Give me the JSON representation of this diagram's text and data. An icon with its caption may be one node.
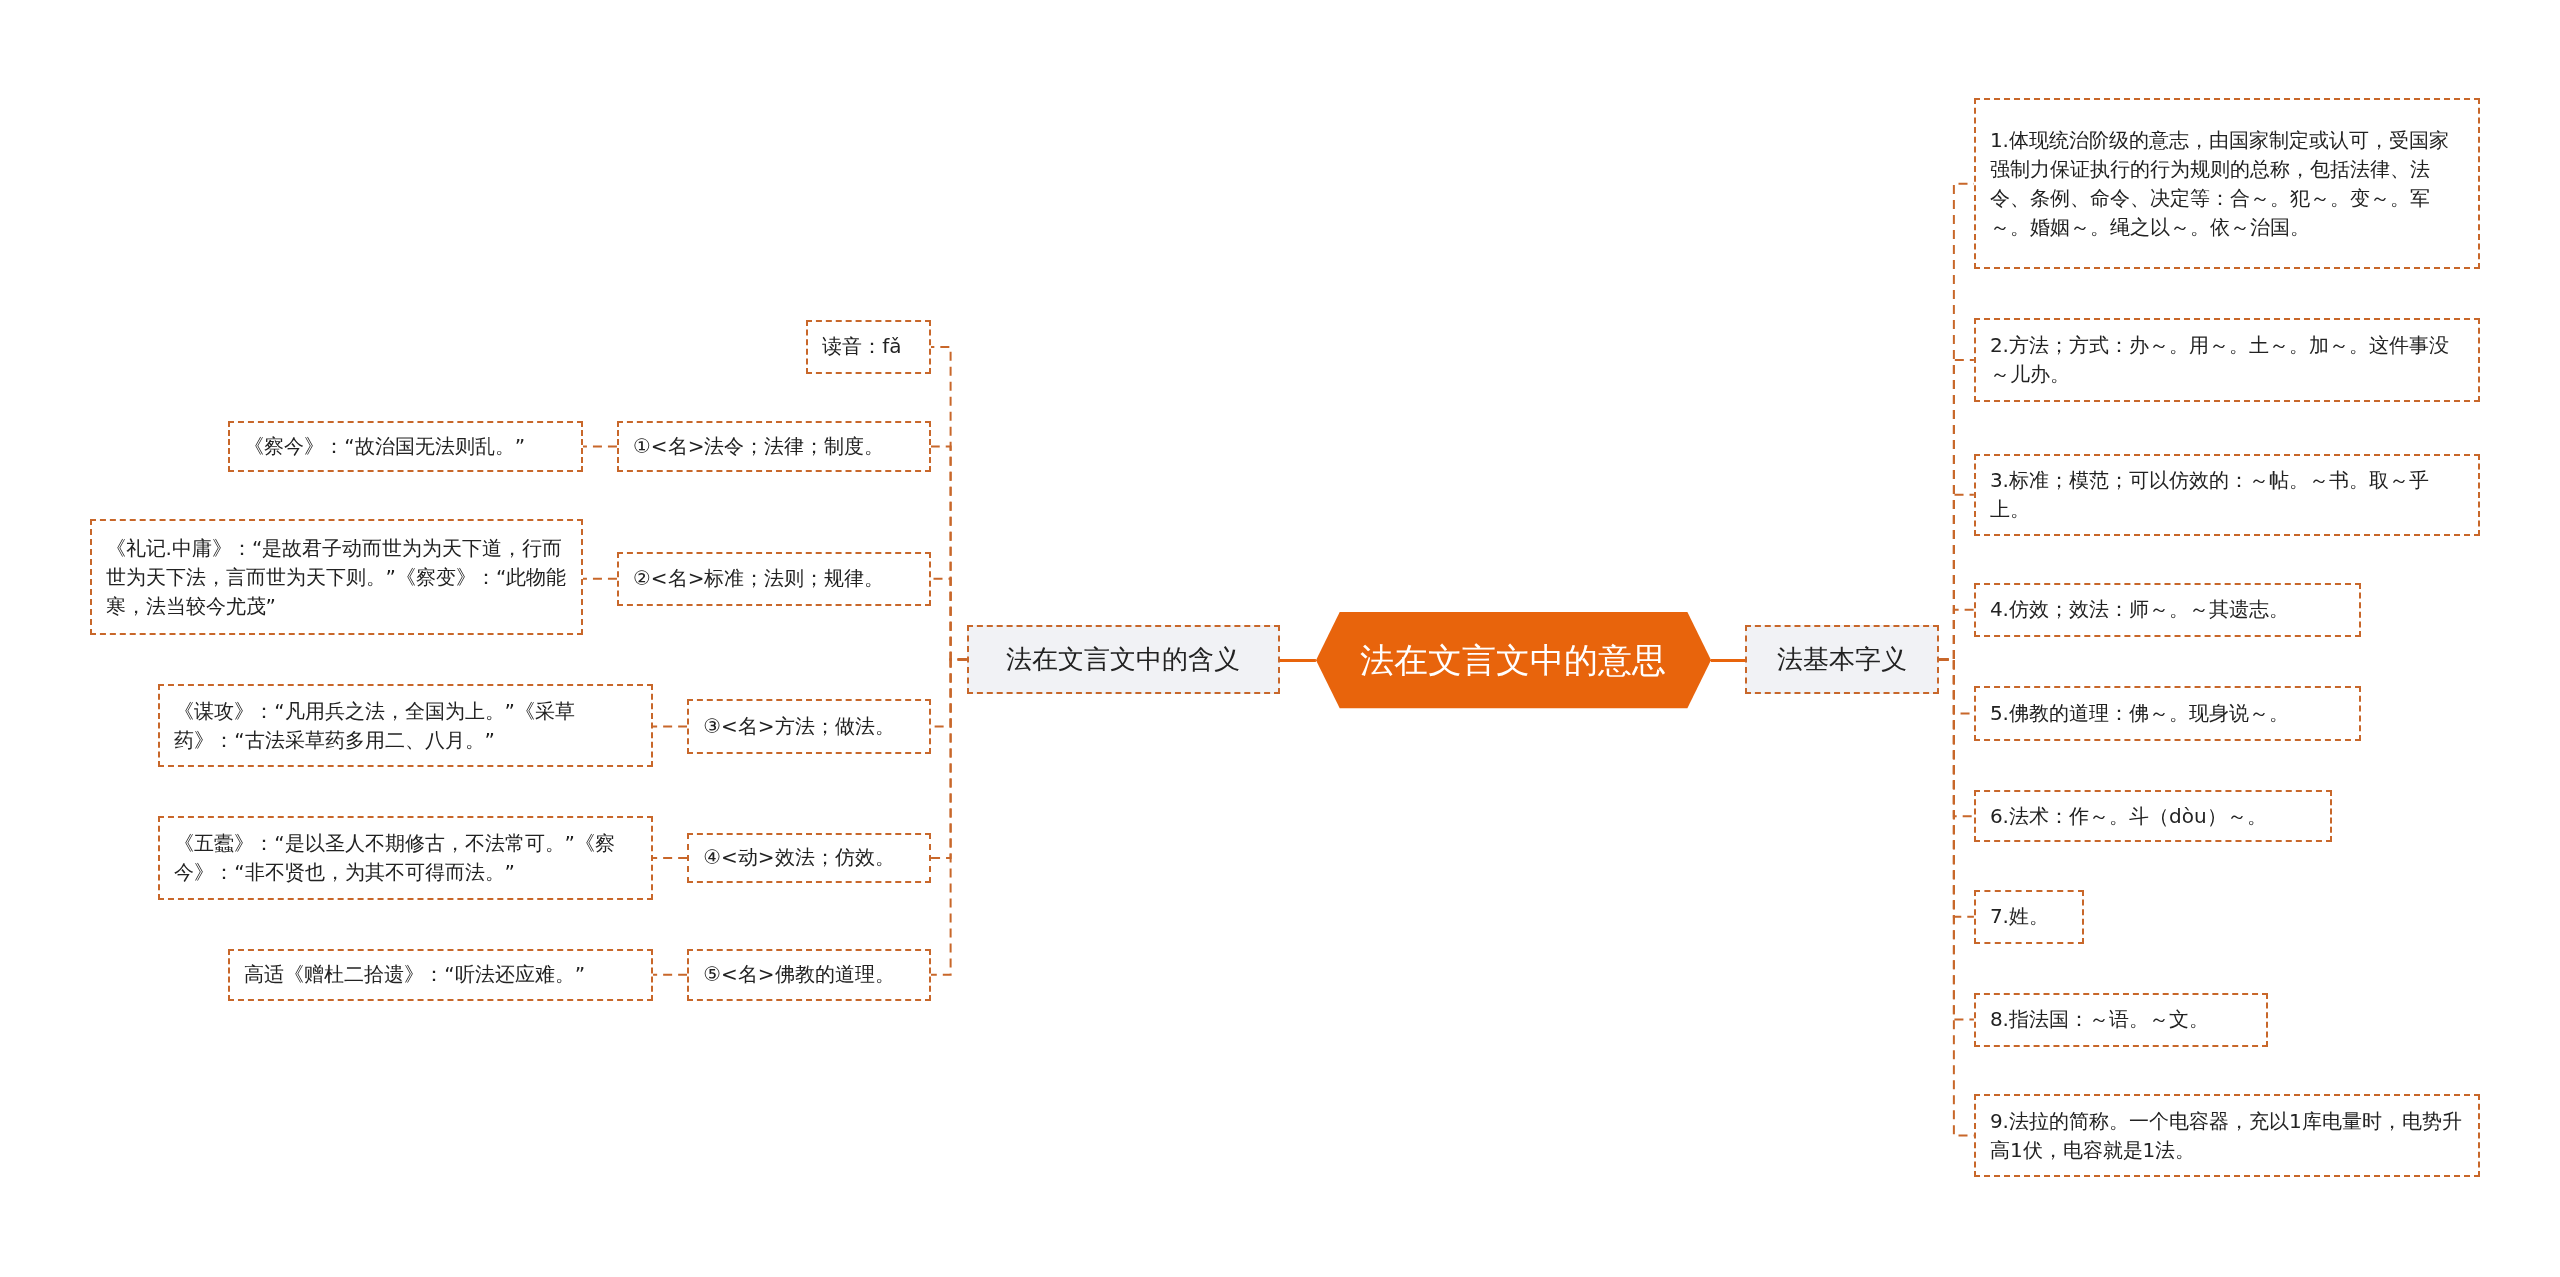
{
  "diagram": {
    "nodes": [
      {
        "text": [
          "法在文言文中的意思"
        ]
      },
      {
        "text": [
          "法在文言文中的含义"
        ]
      },
      {
        "text": [
          "读音：fǎ"
        ]
      },
      {
        "text": [
          "①<名>法令；法律；制度。"
        ]
      },
      {
        "text": [
          "《察今》：“故治国无法则乱。”"
        ]
      },
      {
        "text": [
          "②<名>标准；法则；规律。"
        ]
      },
      {
        "text": [
          "《礼记.中庸》：“是故君子动而世为为天下道，行而世为天下法，言而世为天下则。”《察变》：“此物能寒，法当较今尤茂”"
        ]
      },
      {
        "text": [
          "③<名>方法；做法。"
        ]
      },
      {
        "text": [
          "《谋攻》：“凡用兵之法，全国为上。”《采草药》：“古法采草药多用二、八月。”"
        ]
      },
      {
        "text": [
          "④<动>效法；仿效。"
        ]
      },
      {
        "text": [
          "《五蠹》：“是以圣人不期修古，不法常可。”《察今》：“非不贤也，为其不可得而法。”"
        ]
      },
      {
        "text": [
          "⑤<名>佛教的道理。"
        ]
      },
      {
        "text": [
          "高适《赠杜二拾遗》：“听法还应难。”"
        ]
      },
      {
        "text": [
          "法基本字义"
        ]
      },
      {
        "text": [
          "1.体现统治阶级的意志，由国家制定或认可，受国家强制力保证执行的行为规则的总称，包括法律、法令、条例、命令、决定等：合～。犯～。变～。军～。婚姻～。绳之以～。依～治国。"
        ]
      },
      {
        "text": [
          "2.方法；方式：办～。用～。土～。加～。这件事没～儿办。"
        ]
      },
      {
        "text": [
          "3.标准；模范；可以仿效的：～帖。～书。取～乎上。"
        ]
      },
      {
        "text": [
          "4.仿效；效法：师～。～其遗志。"
        ]
      },
      {
        "text": [
          "5.佛教的道理：佛～。现身说～。"
        ]
      },
      {
        "text": [
          "6.法术：作～。斗（dòu）～。"
        ]
      },
      {
        "text": [
          "7.姓。"
        ]
      },
      {
        "text": [
          "8.指法国：～语。～文。"
        ]
      },
      {
        "text": [
          "9.法拉的简称。一个电容器，充以1库电量时，电势升高1伏，电容就是1法。"
        ]
      }
    ],
    "edges": [
      {
        "from": 0,
        "to": 1,
        "arrow": "none",
        "color": "#e8640c"
      },
      {
        "from": 1,
        "to": 2,
        "arrow": "none",
        "style": "dashed"
      },
      {
        "from": 1,
        "to": 3,
        "arrow": "none",
        "style": "dashed"
      },
      {
        "from": 3,
        "to": 4,
        "arrow": "none",
        "style": "dashed"
      },
      {
        "from": 1,
        "to": 5,
        "arrow": "none",
        "style": "dashed"
      },
      {
        "from": 5,
        "to": 6,
        "arrow": "none",
        "style": "dashed"
      },
      {
        "from": 1,
        "to": 7,
        "arrow": "none",
        "style": "dashed"
      },
      {
        "from": 7,
        "to": 8,
        "arrow": "none",
        "style": "dashed"
      },
      {
        "from": 1,
        "to": 9,
        "arrow": "none",
        "style": "dashed"
      },
      {
        "from": 9,
        "to": 10,
        "arrow": "none",
        "style": "dashed"
      },
      {
        "from": 1,
        "to": 11,
        "arrow": "none",
        "style": "dashed"
      },
      {
        "from": 11,
        "to": 12,
        "arrow": "none",
        "style": "dashed"
      },
      {
        "from": 0,
        "to": 13,
        "arrow": "none",
        "color": "#e8640c"
      },
      {
        "from": 13,
        "to": 14,
        "arrow": "none",
        "style": "dashed"
      },
      {
        "from": 13,
        "to": 15,
        "arrow": "none",
        "style": "dashed"
      },
      {
        "from": 13,
        "to": 16,
        "arrow": "none",
        "style": "dashed"
      },
      {
        "from": 13,
        "to": 17,
        "arrow": "none",
        "style": "dashed"
      },
      {
        "from": 13,
        "to": 18,
        "arrow": "none",
        "style": "dashed"
      },
      {
        "from": 13,
        "to": 19,
        "arrow": "none",
        "style": "dashed"
      },
      {
        "from": 13,
        "to": 20,
        "arrow": "none",
        "style": "dashed"
      },
      {
        "from": 13,
        "to": 21,
        "arrow": "none",
        "style": "dashed"
      },
      {
        "from": 13,
        "to": 22,
        "arrow": "none",
        "style": "dashed"
      }
    ]
  }
}
